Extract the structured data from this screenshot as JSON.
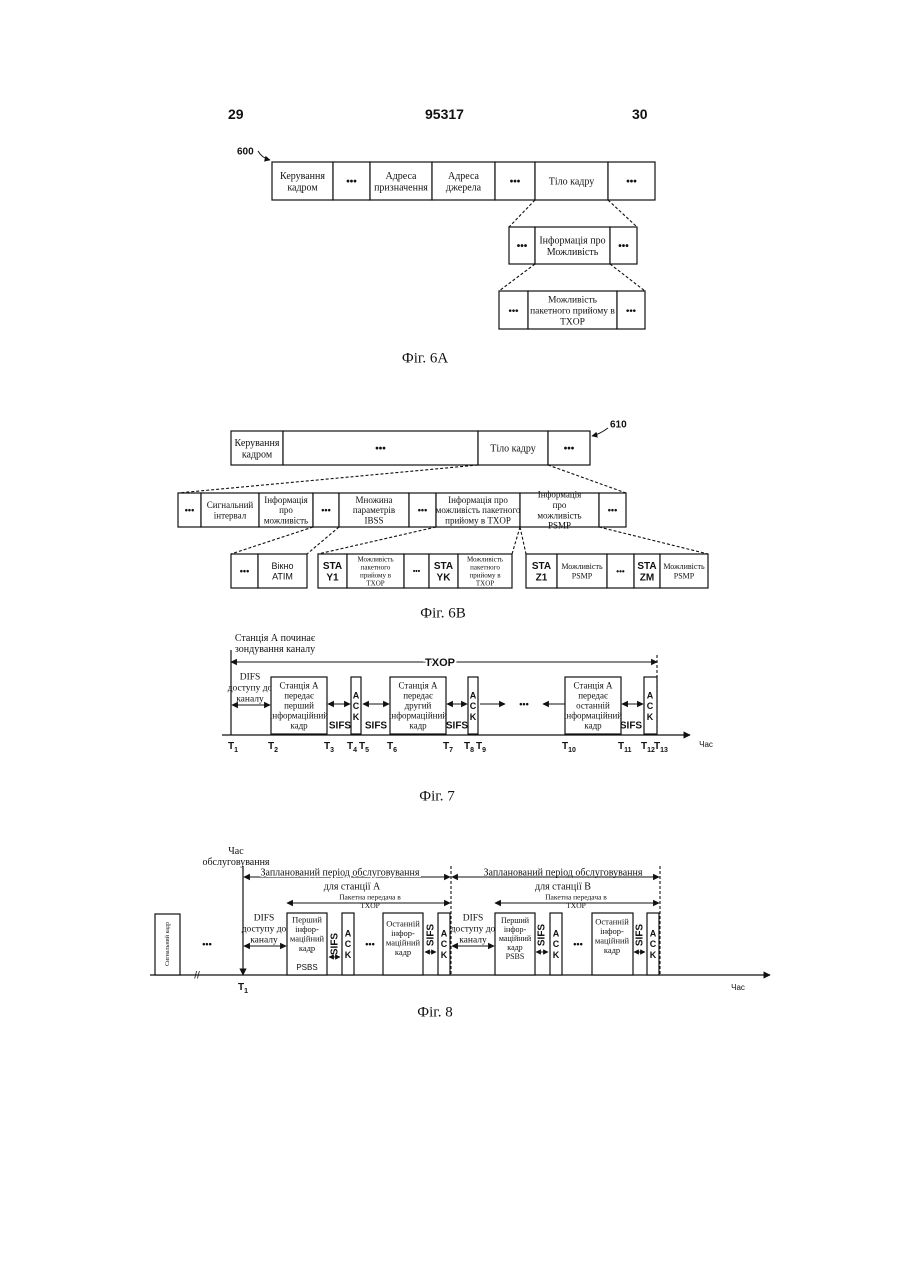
{
  "header": {
    "left": "29",
    "center": "95317",
    "right": "30"
  },
  "fig6a": {
    "ref": "600",
    "caption": "Фіг. 6А",
    "frame": [
      "Керування кадром",
      "•••",
      "Адреса призначення",
      "Адреса джерела",
      "•••",
      "Тіло кадру",
      "•••"
    ],
    "level2": [
      "•••",
      "Інформація про Можливість",
      "•••"
    ],
    "level3": [
      "•••",
      "Можливість пакетного прийому в TXOP",
      "•••"
    ]
  },
  "fig6b": {
    "ref": "610",
    "caption": "Фіг. 6В",
    "frame": [
      "Керування кадром",
      "•••",
      "Тіло кадру",
      "•••"
    ],
    "level2": [
      "•••",
      "Сигнальний інтервал",
      "Інформація про можливість",
      "•••",
      "Множина параметрів IBSS",
      "•••",
      "Інформація про можливість пакетного прийому в TXOP",
      "Інформація про можливість PSMP",
      "•••"
    ],
    "level3a": [
      "•••",
      "Вікно ATIM"
    ],
    "level3b": [
      "STA Y1",
      "Можливість пакетного прийому в TXOP",
      "•••",
      "STA YK",
      "Можливість пакетного прийому в TXOP"
    ],
    "level3c": [
      "STA Z1",
      "Можливість PSMP",
      "•••",
      "STA ZM",
      "Можливість PSMP"
    ]
  },
  "fig7": {
    "caption": "Фіг. 7",
    "start_note": "Станція А починає зондування каналу",
    "txop": "TXOP",
    "difs": "DIFS доступу до каналу",
    "frame_first": "Станція А передає перший інформаційний кадр",
    "frame_second": "Станція А передає другий інформаційний кадр",
    "frame_last": "Станція А передає останній інформаційний кадр",
    "sifs": "SIFS",
    "ack": "ACK",
    "dots": "•••",
    "time_label": "Час",
    "ticks": [
      "1",
      "2",
      "3",
      "4",
      "5",
      "6",
      "7",
      "8",
      "9",
      "10",
      "11",
      "12",
      "13"
    ]
  },
  "fig8": {
    "caption": "Фіг. 8",
    "service_time": "Час обслуговування",
    "beacon": "Сигнальний кадр",
    "sp_a_line1": "Запланований період обслуговування",
    "sp_a_line2": "для станції A",
    "sp_b_line1": "Запланований період обслуговування",
    "sp_b_line2": "для станції B",
    "burst": "Пакетна передача в TXOP",
    "difs": "DIFS доступу до каналу",
    "first_frame_a": "Перший інфор-маційний кадр",
    "psbs": "PSBS",
    "first_frame_b": "Перший інфор-маційний кадр PSBS",
    "last_frame": "Останній інфор-маційний кадр",
    "sifs": "SIFS",
    "ack": "ACK",
    "dots": "•••",
    "t1": "T",
    "t1_sub": "1",
    "time_label": "Час"
  }
}
